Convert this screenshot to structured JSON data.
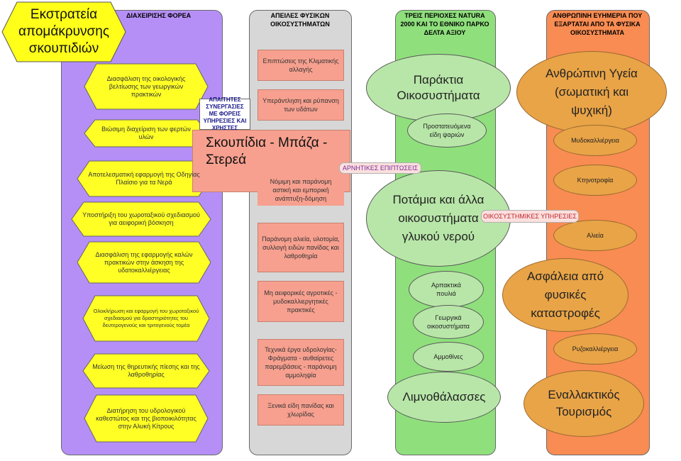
{
  "columns": {
    "manager": {
      "title": "ΔΙΑΧΕΙΡΙΣΗΣ ΦΟΡΕΑ",
      "color": "#b58ff6"
    },
    "threats": {
      "title": "ΑΠΕΙΛΕΣ ΦΥΣΙΚΩΝ ΟΙΚΟΣΥΣΤΗΜΑΤΩΝ",
      "color": "#d7d7d7"
    },
    "natura": {
      "title": "ΤΡΕΙΣ ΠΕΡΙΟΧΕΣ NATURA 2000 ΚΑΙ ΤΟ ΕΘΝΙΚΟ ΠΑΡΚΟ ΔΕΛΤΑ ΑΞΙΟΥ",
      "color": "#8fe07c"
    },
    "wellbeing": {
      "title": "ΑΝΘΡΩΠΙΝΗ ΕΥΗΜΕΡΙΑ ΠΟΥ ΕΞΑΡΤΑΤΑΙ ΑΠΟ ΤΑ ΦΥΣΙΚΑ ΟΙΚΟΣΥΣΤΗΜΑΤΑ",
      "color": "#f98c52"
    }
  },
  "campaign": "Εκστρατεία απομάκρυνσης σκουπιδιών",
  "actions": [
    "Διασφάλιση της οικολογικής βελτίωσης των γεωργικών πρακτικών",
    "Βιώσιμη διαχείριση των φερτών υλών",
    "Αποτελεσματική εφαρμογή της Οδηγίας Πλαίσιο για τα Νερά",
    "Υποστήριξη του χωροταξικού σχεδιασμού για αειφορική βόσκηση",
    "Διασφάλιση της εφαρμογής καλών πρακτικών στην άσκηση της υδατοκαλλιέργειας",
    "Ολοκλήρωση και εφαρμογή του χωροταξικού σχεδιασμού για δραστηριότητες του δευτερογενούς και τριτογενούς τομέα",
    "Μείωση της θηρευτικής πίεσης και της λαθροθηρίας",
    "Διατήρηση του υδρολογικού καθεστώτος και της βιοποικιλότητας στην Αλυκή Κίτρους"
  ],
  "synergies_label": "ΑΠΑΙΤΗΤΕΣ ΣΥΝΕΡΓΑΣΙΕΣ ΜΕ ΦΟΡΕΙΣ ΥΠΗΡΕΣΙΕΣ ΚΑΙ ΧΡΗΣΤΕΣ",
  "threats": [
    "Επιπτώσεις της Κλιματικής αλλαγής",
    "Υπεράντληση και ρύπανση των υδάτων",
    "Νόμιμη και παράνομη αστική και εμπορική ανάπτυξη-δόμηση",
    "Παράνομη αλιεία, υλοτομία, συλλογή ειδών πανίδας και λαθροθηρία",
    "Μη αειφορικές αγροτικές - μυδοκαλλιεργητικές πρακτικές",
    "Τεχνικά έργα υδρολογίας- Φράγματα - αυθαίρετες παρεμβάσεις - παράνομη αμμοληψία",
    "Ξενικά είδη πανίδας και χλωρίδας"
  ],
  "garbage": "Σκουπίδια - Μπάζα - Στερεά",
  "negative_effects": "ΑΡΝΗΤΙΚΕΣ ΕΠΙΠΤΩΣΕΙΣ",
  "ecosystem_services": "ΟΙΚΟΣΥΣΤΗΜΙΚΕΣ ΥΠΗΡΕΣΙΕΣ",
  "ecosystems": {
    "coastal": "Παράκτια Οικοσυστήματα",
    "protected_fish": "Προστατευόμενα είδη ψαριών",
    "rivers": "Ποτάμια και άλλα οικοσυστήματα γλυκού νερού",
    "raptors": "Αρπακτικά πουλιά",
    "agro": "Γεωργικά οικοσυστήματα",
    "dunes": "Αμμοθίνες",
    "lagoons": "Λιμνοθάλασσες"
  },
  "wellbeing_items": {
    "health": "Ανθρώπινη Υγεία (σωματική και ψυχική)",
    "mussel": "Μυδοκαλλιέργεια",
    "livestock": "Κτηνοτροφία",
    "fishing": "Αλιεία",
    "safety": "Ασφάλεια από φυσικές καταστροφές",
    "rice": "Ρυζοκαλλιέργεια",
    "tourism": "Εναλλακτικός Τουρισμός"
  }
}
